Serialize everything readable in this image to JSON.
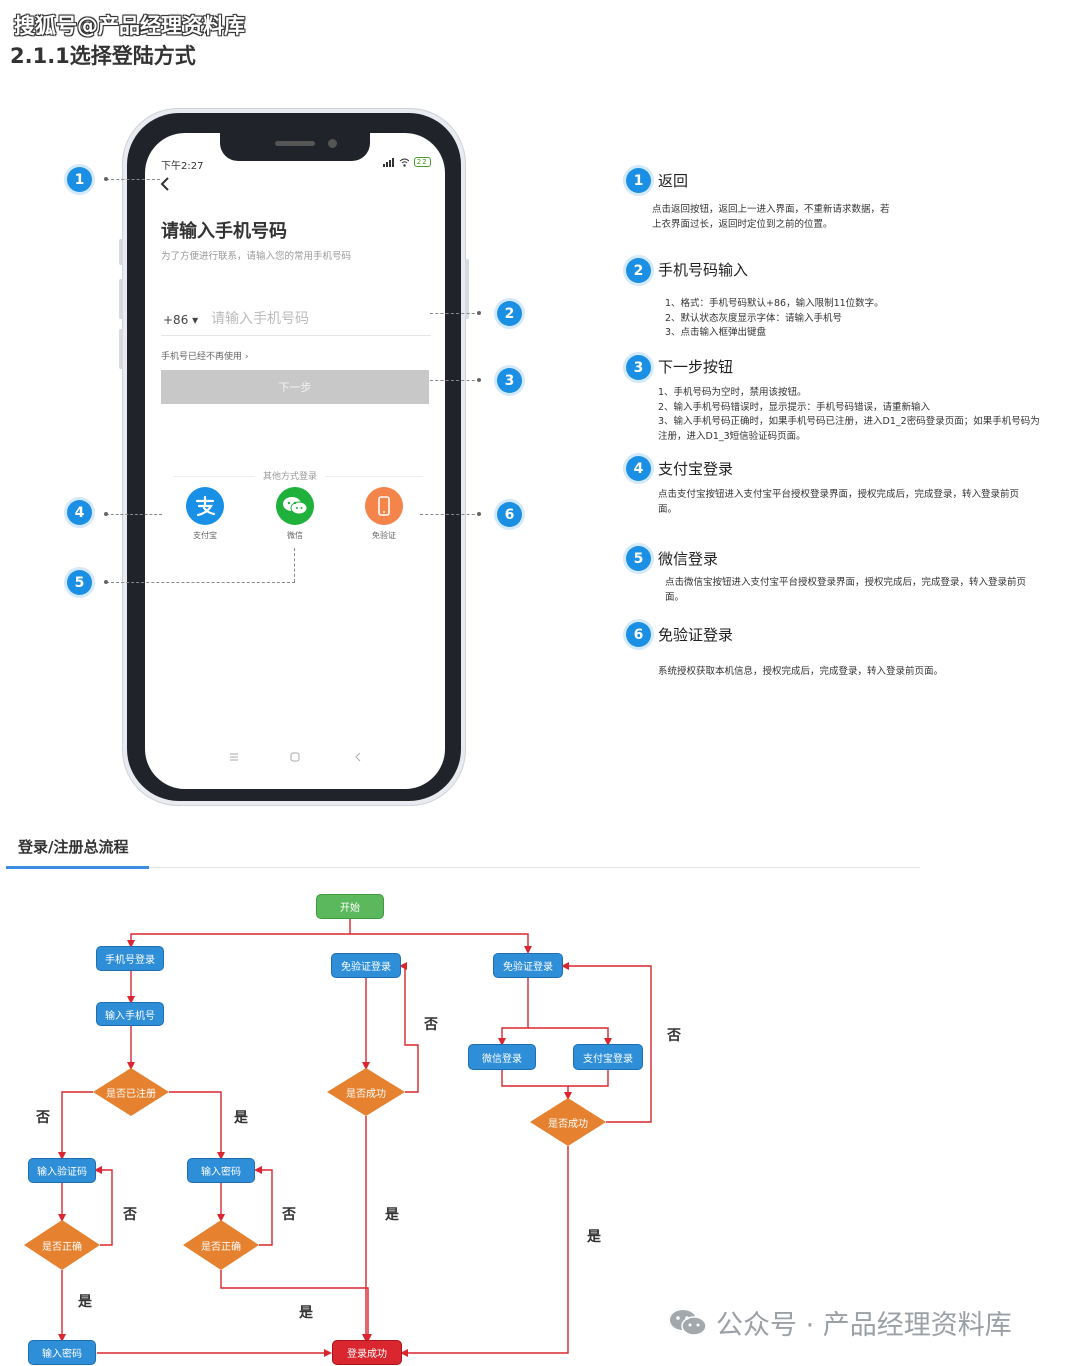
{
  "watermark_top": "搜狐号@产品经理资料库",
  "section_title": "2.1.1选择登陆方式",
  "phone": {
    "time": "下午2:27",
    "status_icons": "signal-wifi-battery",
    "battery": "22",
    "back_icon": "chevron-left-icon",
    "heading": "请输入手机号码",
    "subheading": "为了方便进行联系，请输入您的常用手机号码",
    "country_code": "+86 ▾",
    "phone_placeholder": "请输入手机号码",
    "number_disabled_link": "手机号已经不再使用 ›",
    "next_button": "下一步",
    "other_methods": "其他方式登录",
    "methods": [
      {
        "label": "支付宝",
        "icon": "alipay-icon",
        "color": "#1890e6"
      },
      {
        "label": "微信",
        "icon": "wechat-icon",
        "color": "#1fb13c"
      },
      {
        "label": "免验证",
        "icon": "phone-icon",
        "color": "#f4844a"
      }
    ],
    "nav_icons": [
      "menu-icon",
      "home-icon",
      "back-icon"
    ]
  },
  "callouts": [
    "1",
    "2",
    "3",
    "4",
    "5",
    "6"
  ],
  "descriptions": [
    {
      "num": "1",
      "title": "返回",
      "lines": [
        "点击返回按钮，返回上一进入界面，不重新请求数据，若",
        "上衣界面过长，返回时定位到之前的位置。"
      ]
    },
    {
      "num": "2",
      "title": "手机号码输入",
      "lines": [
        "1、格式：手机号码默认+86，输入限制11位数字。",
        "2、默认状态灰度显示字体：请输入手机号",
        "3、点击输入框弹出键盘"
      ]
    },
    {
      "num": "3",
      "title": "下一步按钮",
      "lines": [
        "1、手机号码为空时，禁用该按钮。",
        "2、输入手机号码错误时，显示提示：手机号码错误，请重新输入",
        "3、输入手机号码正确时，如果手机号码已注册，进入D1_2密码登录页面；如果手机号码为",
        "注册，进入D1_3短信验证码页面。"
      ]
    },
    {
      "num": "4",
      "title": "支付宝登录",
      "lines": [
        "点击支付宝按钮进入支付宝平台授权登录界面，授权完成后，完成登录，转入登录前页",
        "面。"
      ]
    },
    {
      "num": "5",
      "title": "微信登录",
      "lines": [
        "点击微信宝按钮进入支付宝平台授权登录界面，授权完成后，完成登录，转入登录前页",
        "面。"
      ]
    },
    {
      "num": "6",
      "title": "免验证登录",
      "lines": [
        "系统授权获取本机信息，授权完成后，完成登录，转入登录前页面。"
      ]
    }
  ],
  "flow": {
    "title": "登录/注册总流程",
    "nodes": {
      "start": "开始",
      "phone_login": "手机号登录",
      "input_phone": "输入手机号",
      "is_registered": "是否已注册",
      "input_code": "输入验证码",
      "code_correct": "是否正确",
      "input_password_a": "输入密码",
      "pwd_correct": "是否正确",
      "input_password_b": "输入密码",
      "free_login_a": "免验证登录",
      "success_a": "是否成功",
      "free_login_b": "免验证登录",
      "wechat_login": "微信登录",
      "alipay_login": "支付宝登录",
      "success_b": "是否成功",
      "login_success": "登录成功"
    },
    "labels": {
      "yes": "是",
      "no": "否"
    }
  },
  "watermark_bottom": "公众号 · 产品经理资料库"
}
